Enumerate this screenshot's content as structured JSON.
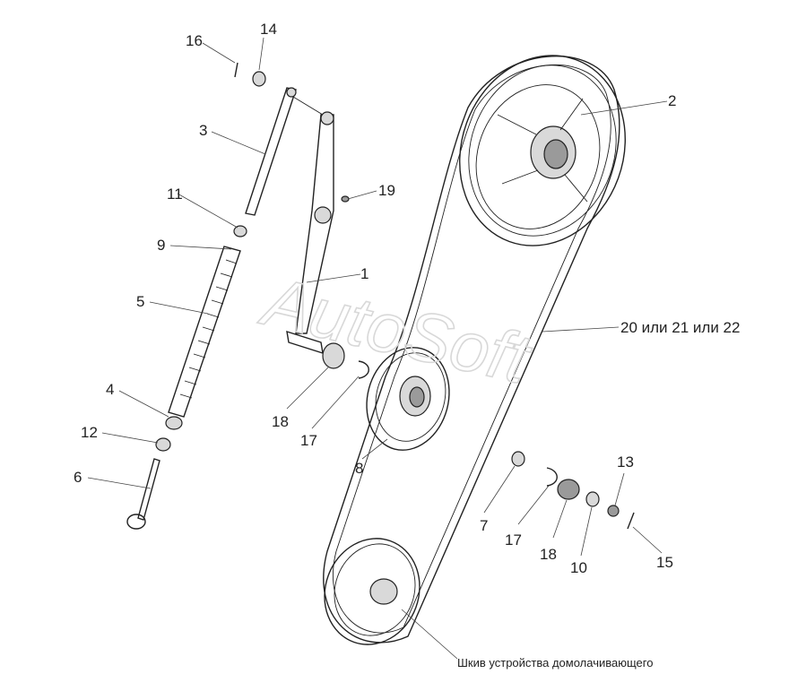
{
  "callouts": {
    "c1": "1",
    "c2": "2",
    "c3": "3",
    "c4": "4",
    "c5": "5",
    "c6": "6",
    "c7": "7",
    "c8": "8",
    "c9": "9",
    "c10": "10",
    "c11": "11",
    "c12": "12",
    "c13": "13",
    "c14": "14",
    "c15": "15",
    "c16": "16",
    "c17a": "17",
    "c17b": "17",
    "c18a": "18",
    "c18b": "18",
    "c19": "19",
    "c20": "20 или 21 или 22"
  },
  "caption": "Шкив устройства домолачивающего",
  "watermark": "AutoSoft"
}
